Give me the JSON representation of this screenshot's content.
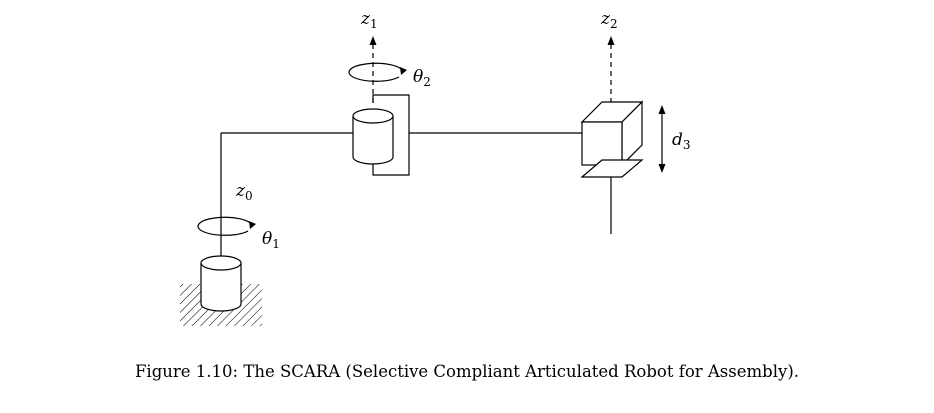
{
  "labels": {
    "z1": {
      "base": "z",
      "sub": "1"
    },
    "z2": {
      "base": "z",
      "sub": "2"
    },
    "z0": {
      "base": "z",
      "sub": "0"
    },
    "theta1": {
      "base": "θ",
      "sub": "1"
    },
    "theta2": {
      "base": "θ",
      "sub": "2"
    },
    "d3": {
      "base": "d",
      "sub": "3"
    }
  },
  "caption": "Figure 1.10: The SCARA (Selective Compliant Articulated Robot for Assembly)."
}
